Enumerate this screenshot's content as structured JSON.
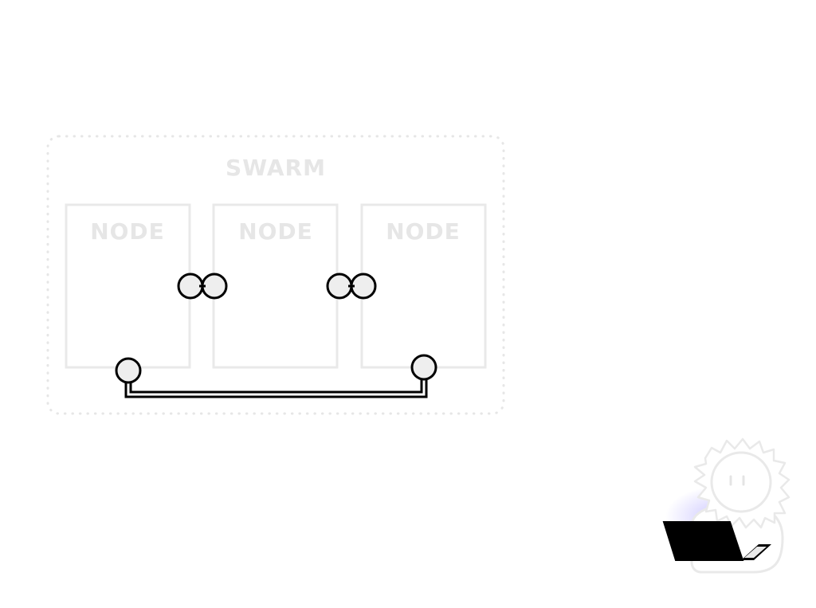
{
  "swarm": {
    "label": "SWARM"
  },
  "nodes": [
    {
      "label": "NODE"
    },
    {
      "label": "NODE"
    },
    {
      "label": "NODE"
    }
  ],
  "colors": {
    "faint": "#e9e9e9",
    "ink": "#000000",
    "port_fill": "#eeeeee",
    "glow": "#c9c4ff"
  },
  "icons": {
    "link_between_nodes": "chain-link-icon",
    "bus_endpoint": "port-icon",
    "user": "user-with-laptop-icon"
  }
}
